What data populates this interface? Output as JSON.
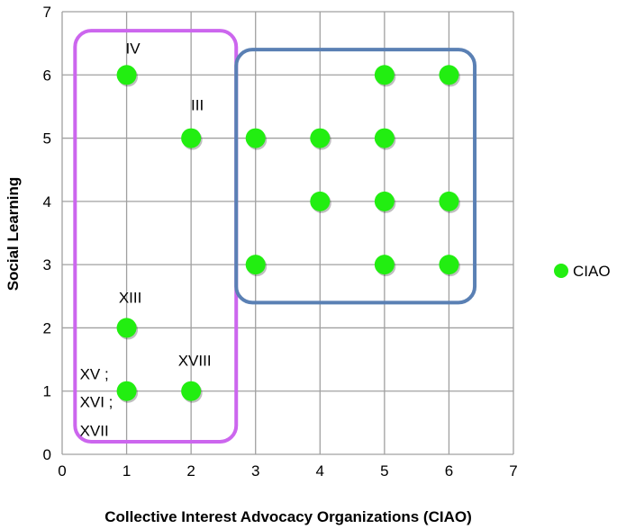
{
  "chart_data": {
    "type": "scatter",
    "xlabel": "Collective Interest Advocacy Organizations (CIAO)",
    "ylabel": "Social Learning",
    "xlim": [
      0,
      7
    ],
    "ylim": [
      0,
      7
    ],
    "xticks": [
      "0",
      "1",
      "2",
      "3",
      "4",
      "5",
      "6",
      "7"
    ],
    "yticks": [
      "0",
      "1",
      "2",
      "3",
      "4",
      "5",
      "6",
      "7"
    ],
    "grid": true,
    "legend_position": "right",
    "series": [
      {
        "name": "CIAO",
        "color": "#22ee11",
        "points": [
          {
            "x": 1,
            "y": 6
          },
          {
            "x": 2,
            "y": 5
          },
          {
            "x": 1,
            "y": 2
          },
          {
            "x": 1,
            "y": 1
          },
          {
            "x": 2,
            "y": 1
          },
          {
            "x": 3,
            "y": 5
          },
          {
            "x": 4,
            "y": 5
          },
          {
            "x": 5,
            "y": 5
          },
          {
            "x": 5,
            "y": 6
          },
          {
            "x": 6,
            "y": 6
          },
          {
            "x": 4,
            "y": 4
          },
          {
            "x": 5,
            "y": 4
          },
          {
            "x": 6,
            "y": 4
          },
          {
            "x": 3,
            "y": 3
          },
          {
            "x": 5,
            "y": 3
          },
          {
            "x": 6,
            "y": 3
          }
        ]
      }
    ],
    "annotations": [
      {
        "text": "IV",
        "x": 1,
        "y": 6
      },
      {
        "text": "III",
        "x": 2,
        "y": 5
      },
      {
        "text": "XIII",
        "x": 1,
        "y": 2
      },
      {
        "text": "XVIII",
        "x": 2,
        "y": 1
      },
      {
        "text": "XV ;",
        "x": 1,
        "y": 1
      },
      {
        "text": "XVI ;",
        "x": 1,
        "y": 1
      },
      {
        "text": "XVII",
        "x": 1,
        "y": 1
      }
    ],
    "groups": [
      {
        "color": "#cc66ee",
        "x_range": [
          0.2,
          2.7
        ],
        "y_range": [
          0.2,
          6.7
        ]
      },
      {
        "color": "#5a80b4",
        "x_range": [
          2.7,
          6.4
        ],
        "y_range": [
          2.4,
          6.4
        ]
      }
    ]
  }
}
